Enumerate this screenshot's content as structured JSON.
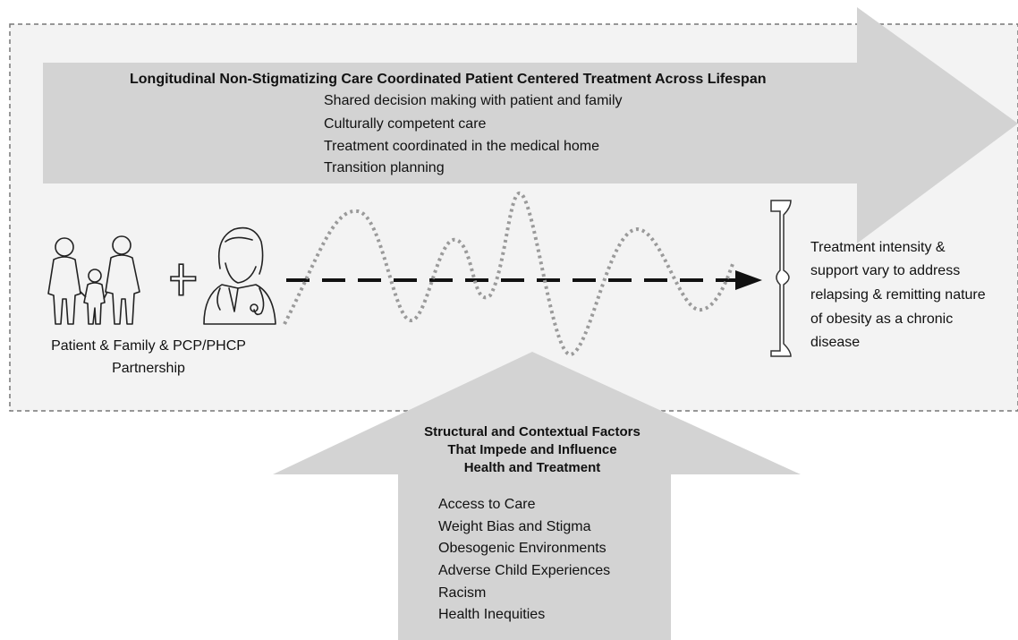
{
  "top_banner": {
    "title": "Longitudinal Non-Stigmatizing Care Coordinated Patient Centered Treatment Across Lifespan",
    "points": [
      "Shared decision making with patient and family",
      "Culturally competent care",
      "Treatment coordinated in the medical home",
      "Transition planning"
    ]
  },
  "partnership": {
    "label_line1": "Patient & Family & PCP/PHCP",
    "label_line2": "Partnership",
    "icons": [
      "family-icon",
      "plus-icon",
      "doctor-icon"
    ]
  },
  "treatment_note": {
    "lines": [
      "Treatment intensity &",
      "support vary to address",
      "relapsing & remitting nature",
      "of obesity as a chronic",
      "disease"
    ]
  },
  "factors": {
    "title_lines": [
      "Structural and Contextual Factors",
      "That Impede and Influence",
      "Health and Treatment"
    ],
    "items": [
      "Access to Care",
      "Weight Bias and Stigma",
      "Obesogenic Environments",
      "Adverse Child Experiences",
      "Racism",
      "Health Inequities"
    ]
  },
  "colors": {
    "arrow_fill": "#d3d3d3",
    "panel_fill": "#f3f3f3",
    "border": "#777777",
    "wave": "#9a9a9a"
  }
}
